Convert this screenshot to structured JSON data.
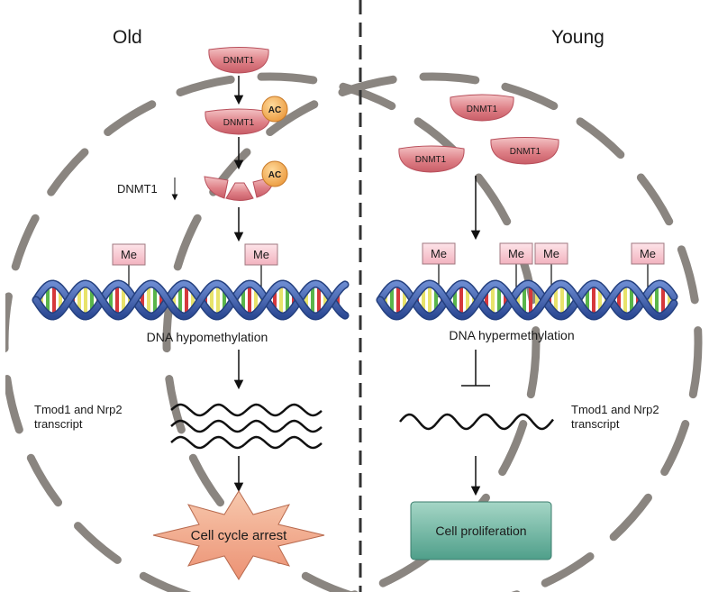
{
  "panels": {
    "old": {
      "title": "Old",
      "dnmt1_top": "DNMT1",
      "dnmt1_acetylated": "DNMT1",
      "ac_label": "AC",
      "ac_label_2": "AC",
      "dnmt1_decrease_label": "DNMT1",
      "me_labels": [
        "Me",
        "Me"
      ],
      "dna_label": "DNA hypomethylation",
      "transcript_label_line1": "Tmod1 and Nrp2",
      "transcript_label_line2": "transcript",
      "outcome": "Cell cycle arrest"
    },
    "young": {
      "title": "Young",
      "dnmt1_labels": [
        "DNMT1",
        "DNMT1",
        "DNMT1"
      ],
      "me_labels": [
        "Me",
        "Me",
        "Me",
        "Me"
      ],
      "dna_label": "DNA hypermethylation",
      "transcript_label_line1": "Tmod1 and Nrp2",
      "transcript_label_line2": "transcript",
      "outcome": "Cell proliferation"
    }
  },
  "colors": {
    "enzyme": "#d9737a",
    "acetyl": "#f0a550",
    "methyl_box": "#f7c9d1",
    "cell_border": "#8a8580",
    "helix": "#3a5aa8",
    "arrest_star": "#f0a58a",
    "proliferation_box": "#5fae98"
  }
}
